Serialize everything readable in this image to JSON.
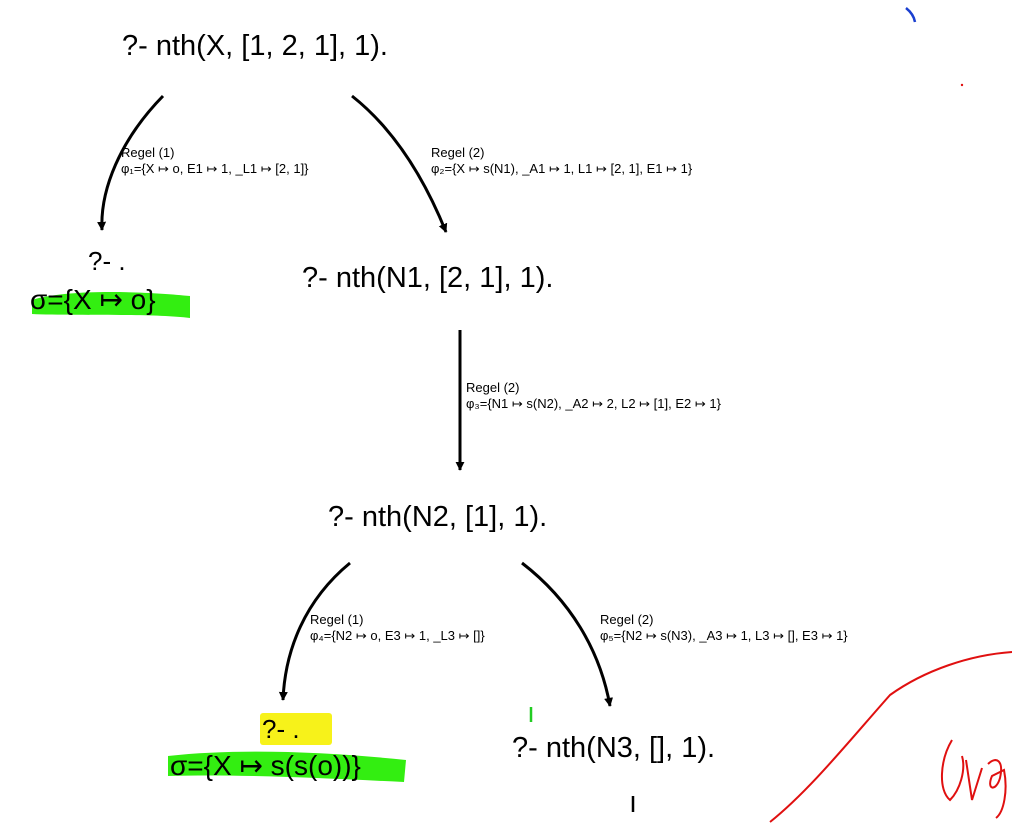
{
  "nodes": {
    "root": "?- nth(X, [1, 2, 1], 1).",
    "success1": "?- .",
    "sigma1": "σ={X ↦ o}",
    "n1": "?- nth(N1, [2, 1], 1).",
    "n2": "?- nth(N2, [1], 1).",
    "success2": "?- .",
    "sigma2": "σ={X ↦ s(s(o))}",
    "n3": "?- nth(N3, [], 1)."
  },
  "edges": {
    "e1": {
      "rule": "Regel (1)",
      "subst": "φ₁={X ↦ o, E1 ↦ 1, _L1 ↦ [2, 1]}"
    },
    "e2": {
      "rule": "Regel (2)",
      "subst": "φ₂={X ↦ s(N1), _A1 ↦ 1, L1 ↦ [2, 1], E1 ↦ 1}"
    },
    "e3": {
      "rule": "Regel (2)",
      "subst": "φ₃={N1 ↦ s(N2), _A2 ↦ 2, L2 ↦ [1], E2 ↦ 1}"
    },
    "e4": {
      "rule": "Regel (1)",
      "subst": "φ₄={N2 ↦ o, E3 ↦ 1, _L3 ↦ []}"
    },
    "e5": {
      "rule": "Regel (2)",
      "subst": "φ₅={N2 ↦ s(N3), _A3 ↦ 1, L3 ↦ [], E3 ↦ 1}"
    }
  },
  "colors": {
    "text": "#000000",
    "highlight_green": "#33ee11",
    "highlight_yellow": "#f7f21a",
    "ink_red": "#e01010",
    "ink_blue": "#1a3fd0"
  }
}
